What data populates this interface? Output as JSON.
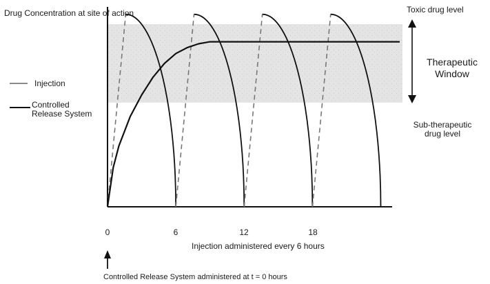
{
  "chart_data": {
    "type": "line",
    "title": "",
    "ylabel": "Drug Concentration at site of action",
    "xlabel": "Injection administered every 6 hours",
    "x_ticks": [
      "0",
      "6",
      "12",
      "18"
    ],
    "x_tick_values": [
      0,
      6,
      12,
      18
    ],
    "xlim": [
      0,
      25
    ],
    "ylim": [
      0,
      1
    ],
    "legend": [
      {
        "name": "Injection",
        "style": "dashed-gray",
        "color": "#8a8a8a"
      },
      {
        "name": "Controlled Release System",
        "style": "solid-black",
        "color": "#111111"
      }
    ],
    "annotations": {
      "toxic": "Toxic drug level",
      "therapeutic": "Therapeutic Window",
      "subtherapeutic": "Sub-therapeutic drug level",
      "arrow_note": "Controlled Release System administered at t = 0 hours"
    },
    "therapeutic_window": [
      0.53,
      0.93
    ],
    "series": [
      {
        "name": "Injection",
        "doses": [
          {
            "start": 0,
            "peak_t": 1.6,
            "peak": 0.98,
            "end": 6
          },
          {
            "start": 6,
            "peak_t": 7.6,
            "peak": 0.98,
            "end": 12
          },
          {
            "start": 12,
            "peak_t": 13.6,
            "peak": 0.98,
            "end": 18
          },
          {
            "start": 18,
            "peak_t": 19.6,
            "peak": 0.98,
            "end": 24
          }
        ]
      },
      {
        "name": "Controlled Release System",
        "x": [
          0,
          0.5,
          1,
          2,
          3,
          4,
          5,
          6,
          7,
          8,
          9,
          25
        ],
        "y": [
          0.0,
          0.2,
          0.31,
          0.46,
          0.57,
          0.66,
          0.73,
          0.78,
          0.81,
          0.83,
          0.84,
          0.84
        ]
      }
    ]
  }
}
